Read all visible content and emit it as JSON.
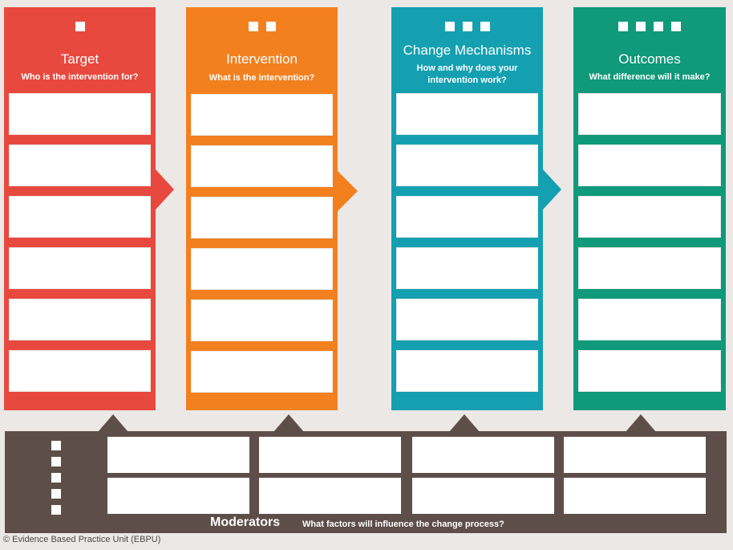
{
  "columns": [
    {
      "title": "Target",
      "subtitle": "Who is the intervention for?",
      "color": "#e8493e",
      "dots": 1
    },
    {
      "title": "Intervention",
      "subtitle": "What is the intervention?",
      "color": "#f2801f",
      "dots": 2
    },
    {
      "title": "Change Mechanisms",
      "subtitle_line1": "How and why does your",
      "subtitle_line2": "intervention work?",
      "color": "#14a0b0",
      "dots": 3
    },
    {
      "title": "Outcomes",
      "subtitle": "What difference will it make?",
      "color": "#10997a",
      "dots": 4
    }
  ],
  "moderators": {
    "label": "Moderators",
    "question": "What factors will influence the change process?",
    "color": "#5e4e49"
  },
  "footer": {
    "copyright": "© Evidence Based Practice Unit (EBPU)"
  }
}
